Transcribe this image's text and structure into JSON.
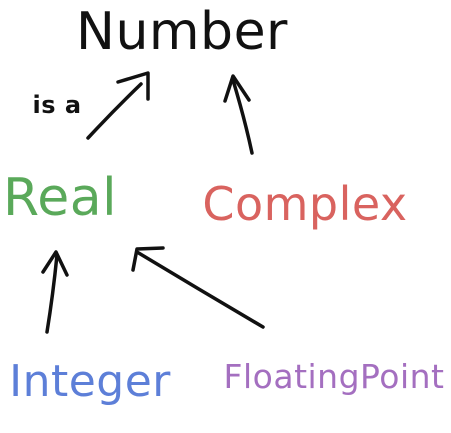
{
  "diagram": {
    "nodes": {
      "number": {
        "label": "Number",
        "color": "#111111"
      },
      "real": {
        "label": "Real",
        "color": "#5aa95a"
      },
      "complex": {
        "label": "Complex",
        "color": "#d9635f"
      },
      "integer": {
        "label": "Integer",
        "color": "#5d7fd8"
      },
      "floatingpoint": {
        "label": "FloatingPoint",
        "color": "#a46fc0"
      }
    },
    "edges": [
      {
        "from": "Real",
        "to": "Number",
        "label": "is a"
      },
      {
        "from": "Complex",
        "to": "Number",
        "label": ""
      },
      {
        "from": "Integer",
        "to": "Real",
        "label": ""
      },
      {
        "from": "FloatingPoint",
        "to": "Real",
        "label": ""
      }
    ],
    "edge_color": "#111111"
  }
}
